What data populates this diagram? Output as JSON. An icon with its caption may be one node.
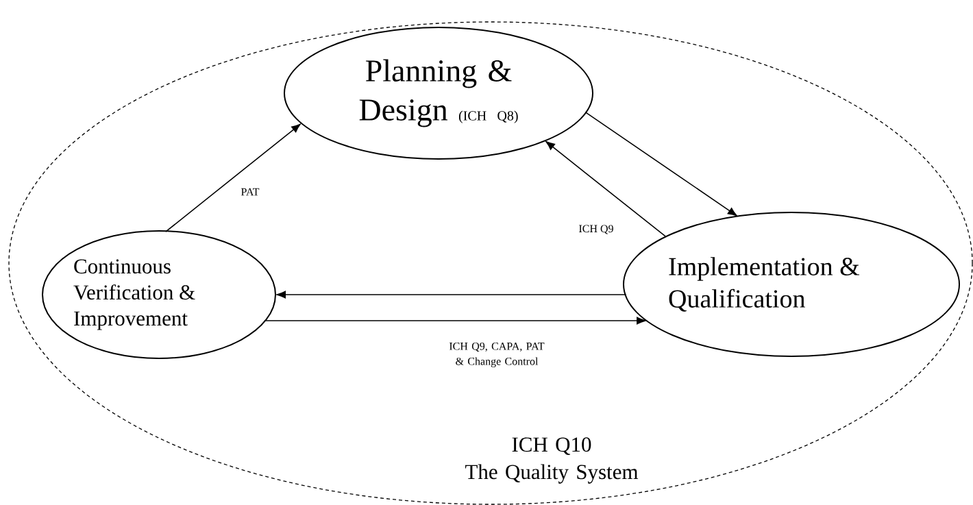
{
  "diagram": {
    "nodes": [
      {
        "text": [
          "ICH Q10 The Quality System"
        ]
      },
      {
        "text": [
          "Planning & Design",
          "(ICH Q8)"
        ],
        "in": 0
      },
      {
        "text": [
          "Implementation & Qualification"
        ],
        "in": 0
      },
      {
        "text": [
          "Continuous Verification & Improvement"
        ],
        "in": 0
      }
    ],
    "edges": [
      {
        "from": 1,
        "to": 2,
        "arrow": "to"
      },
      {
        "from": 2,
        "to": 1,
        "arrow": "to",
        "label": "ICH Q9"
      },
      {
        "from": 2,
        "to": 3,
        "arrow": "to"
      },
      {
        "from": 3,
        "to": 2,
        "arrow": "to",
        "label": "ICH Q9, CAPA, PAT & Change Control"
      },
      {
        "from": 3,
        "to": 1,
        "arrow": "to",
        "label": "PAT"
      }
    ]
  }
}
